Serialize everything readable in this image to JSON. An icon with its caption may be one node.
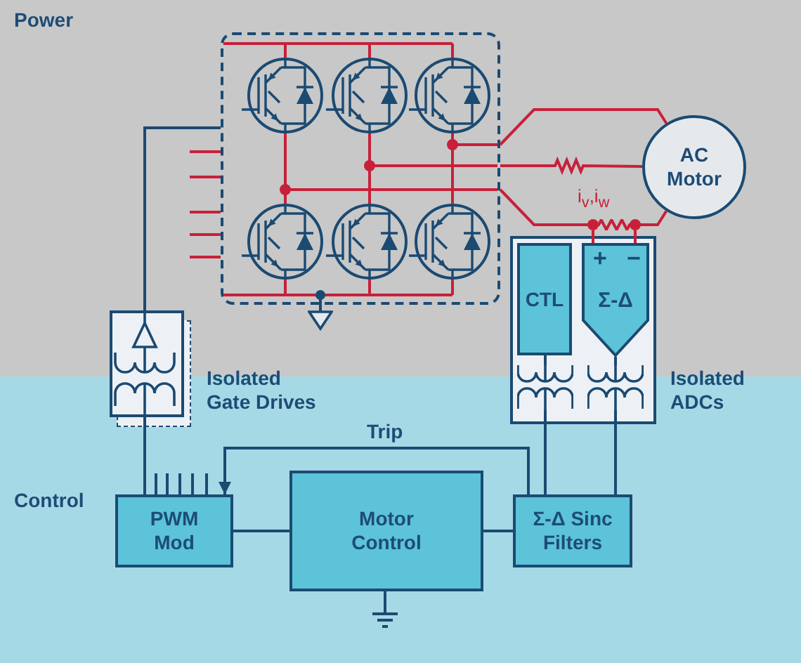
{
  "diagram": {
    "nodes": [
      {
        "text": [],
        "shape": "box"
      },
      {
        "text": [
          "AC Motor"
        ]
      },
      {
        "text": [],
        "shape": "resistor",
        "beside": [
          "i$_{v}$,i$_{w}$"
        ]
      },
      {
        "text": [],
        "shape": "box",
        "beside": [
          "Isolated Gate Drives"
        ]
      },
      {
        "text": [],
        "shape": "box",
        "beside": [
          "Isolated ADCs"
        ]
      },
      {
        "text": [
          "CTL"
        ],
        "in": 4
      },
      {
        "text": [
          "+",
          "−",
          "Σ-Δ"
        ],
        "in": 4
      },
      {
        "text": [],
        "shape": "transformer",
        "in": 4
      },
      {
        "text": [],
        "shape": "transformer",
        "in": 4
      },
      {
        "text": [
          "PWM Mod"
        ]
      },
      {
        "text": [
          "Motor Control"
        ]
      },
      {
        "text": [
          "Σ-Δ Sinc Filters"
        ]
      }
    ],
    "edges": [
      {
        "from": 3,
        "to": 0,
        "arrow": "none"
      },
      {
        "from": null,
        "to": 0,
        "arrow": "none",
        "color": "#c8203a"
      },
      {
        "from": null,
        "to": 0,
        "arrow": "none",
        "color": "#c8203a"
      },
      {
        "from": null,
        "to": 0,
        "arrow": "none",
        "color": "#c8203a"
      },
      {
        "from": null,
        "to": 0,
        "arrow": "none",
        "color": "#c8203a"
      },
      {
        "from": null,
        "to": 0,
        "arrow": "none",
        "color": "#c8203a"
      },
      {
        "from": 0,
        "to": 1,
        "arrow": "none",
        "color": "#c8203a"
      },
      {
        "from": 0,
        "to": 1,
        "arrow": "none",
        "color": "#c8203a"
      },
      {
        "from": 0,
        "to": 2,
        "arrow": "none",
        "color": "#c8203a"
      },
      {
        "from": 2,
        "to": 1,
        "arrow": "none",
        "color": "#c8203a"
      },
      {
        "from": 2,
        "to": 6,
        "arrow": "none",
        "color": "#c8203a"
      },
      {
        "from": 2,
        "to": 6,
        "arrow": "none",
        "color": "#c8203a"
      },
      {
        "from": 5,
        "to": 7,
        "arrow": "none"
      },
      {
        "from": 6,
        "to": 8,
        "arrow": "none"
      },
      {
        "from": 7,
        "to": 11,
        "arrow": "none"
      },
      {
        "from": 8,
        "to": 11,
        "arrow": "none"
      },
      {
        "from": 11,
        "to": 9,
        "arrow": "to",
        "label": "Trip"
      },
      {
        "from": 9,
        "to": 10,
        "arrow": "none"
      },
      {
        "from": 10,
        "to": 11,
        "arrow": "none"
      },
      {
        "from": 9,
        "to": 3,
        "arrow": "none"
      },
      {
        "from": 9,
        "to": null,
        "arrow": "none"
      },
      {
        "from": 9,
        "to": null,
        "arrow": "none"
      },
      {
        "from": 9,
        "to": null,
        "arrow": "none"
      },
      {
        "from": 9,
        "to": null,
        "arrow": "none"
      },
      {
        "from": 9,
        "to": null,
        "arrow": "none"
      }
    ],
    "labels": [
      "Power",
      "Control"
    ]
  }
}
